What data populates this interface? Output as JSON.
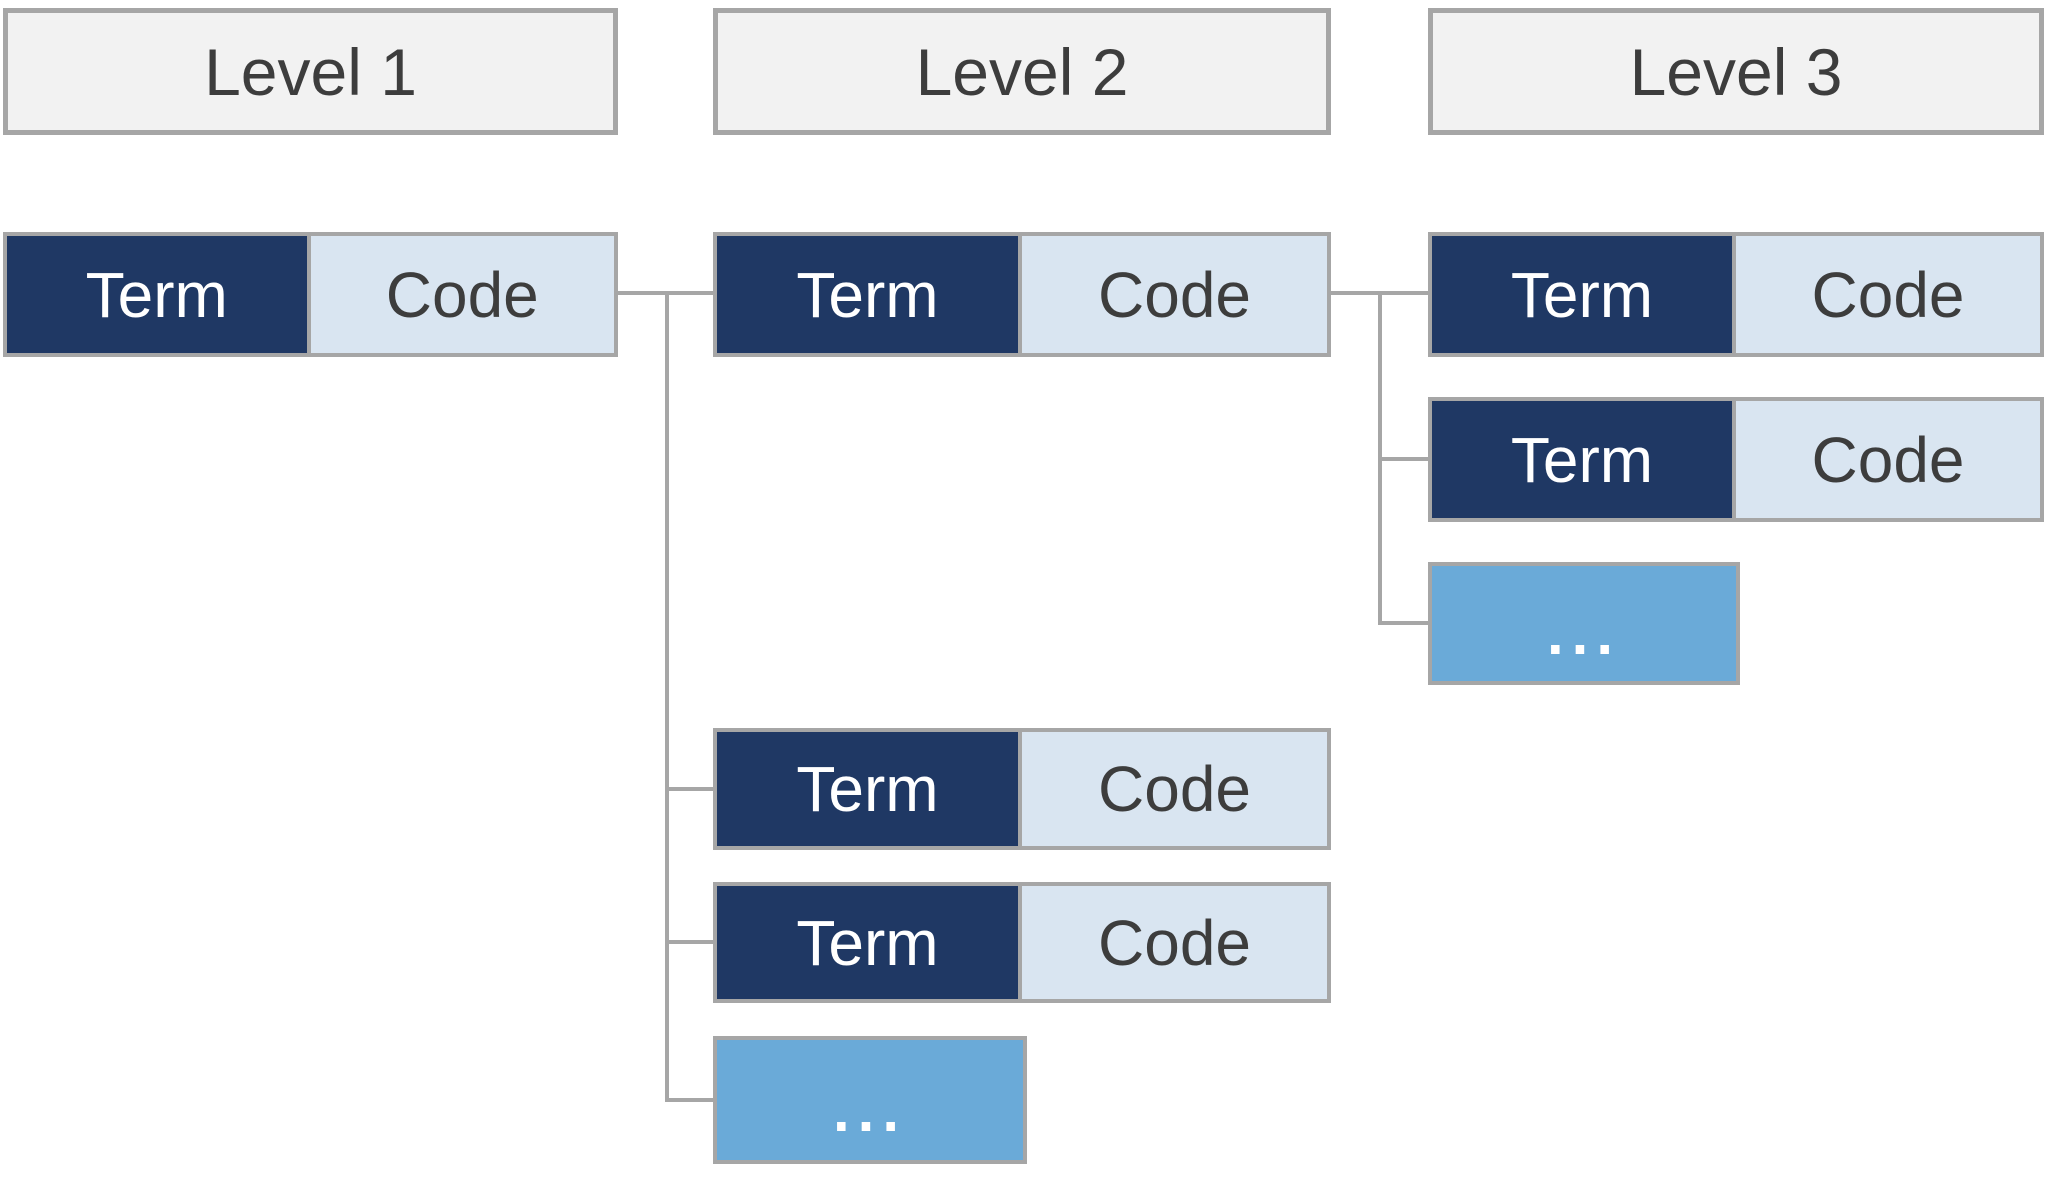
{
  "colors": {
    "navy": "#1F3864",
    "light-blue": "#D9E5F1",
    "medium-blue": "#6AAAD8",
    "line-gray": "#A6A6A6",
    "header-bg": "#F2F2F2",
    "text-dark": "#3D3D3D",
    "text-white": "#FFFFFF"
  },
  "levels": [
    {
      "name": "Level 1",
      "nodes": [
        {
          "term": "Term",
          "code": "Code"
        }
      ]
    },
    {
      "name": "Level 2",
      "nodes": [
        {
          "term": "Term",
          "code": "Code"
        },
        {
          "term": "Term",
          "code": "Code"
        },
        {
          "term": "Term",
          "code": "Code"
        },
        {
          "ellipsis": "..."
        }
      ]
    },
    {
      "name": "Level 3",
      "nodes": [
        {
          "term": "Term",
          "code": "Code"
        },
        {
          "term": "Term",
          "code": "Code"
        },
        {
          "ellipsis": "..."
        }
      ]
    }
  ]
}
